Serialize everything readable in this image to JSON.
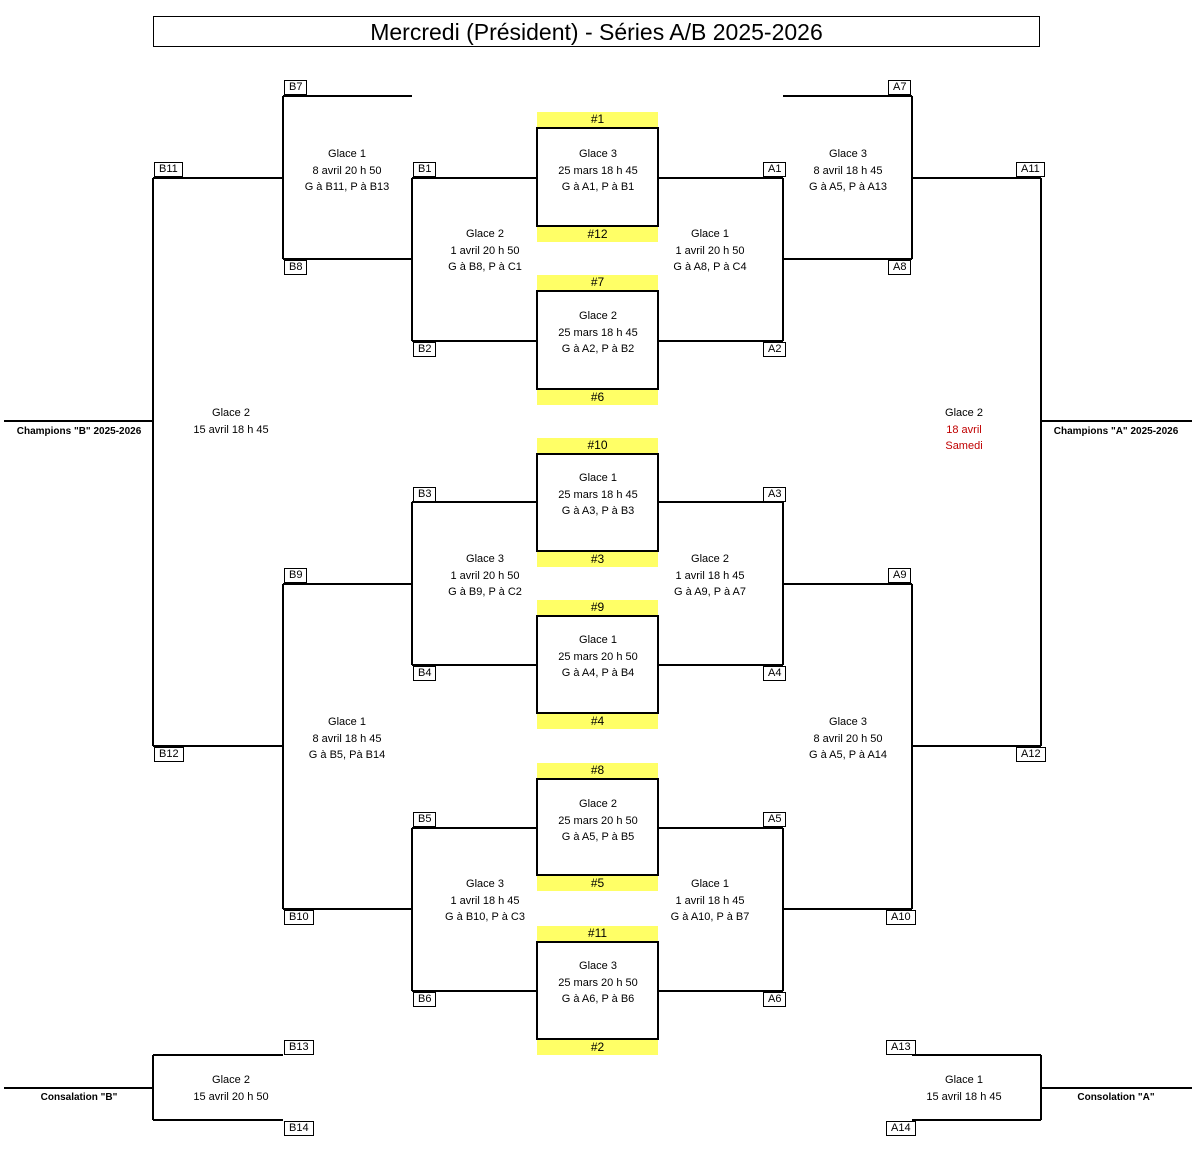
{
  "title": "Mercredi (Président) - Séries A/B  2025-2026",
  "tags": {
    "B7": "B7",
    "B8": "B8",
    "B11": "B11",
    "B12": "B12",
    "B1": "B1",
    "B2": "B2",
    "B3": "B3",
    "B4": "B4",
    "B5": "B5",
    "B6": "B6",
    "B9": "B9",
    "B10": "B10",
    "B13": "B13",
    "B14": "B14",
    "A7": "A7",
    "A8": "A8",
    "A11": "A11",
    "A12": "A12",
    "A1": "A1",
    "A2": "A2",
    "A3": "A3",
    "A4": "A4",
    "A5": "A5",
    "A6": "A6",
    "A9": "A9",
    "A10": "A10",
    "A13": "A13",
    "A14": "A14"
  },
  "bands": {
    "n1": "#1",
    "n12": "#12",
    "n7": "#7",
    "n6": "#6",
    "n10": "#10",
    "n3": "#3",
    "n9": "#9",
    "n4": "#4",
    "n8": "#8",
    "n5": "#5",
    "n11": "#11",
    "n2": "#2"
  },
  "center_games": {
    "g1": [
      "Glace 3",
      "25 mars 18 h 45",
      "G à A1, P à B1"
    ],
    "g2": [
      "Glace 2",
      "25 mars 18 h 45",
      "G à A2, P à B2"
    ],
    "g3": [
      "Glace 1",
      "25 mars 18 h 45",
      "G à A3, P à B3"
    ],
    "g4": [
      "Glace 1",
      "25 mars 20 h 50",
      "G à A4, P à B4"
    ],
    "g5": [
      "Glace 2",
      "25 mars 20 h 50",
      "G à A5, P à B5"
    ],
    "g6": [
      "Glace 3",
      "25 mars 20 h 50",
      "G à A6, P à B6"
    ]
  },
  "left_games": {
    "b_top": [
      "Glace 1",
      "8 avril 20 h 50",
      "G à B11, P à B13"
    ],
    "b_r2_top": [
      "Glace 2",
      "1 avril 20 h 50",
      "G à B8, P à C1"
    ],
    "b_final": [
      "Glace 2",
      "15 avril 18 h 45"
    ],
    "b_r2_mid": [
      "Glace 3",
      "1 avril 20 h 50",
      "G à B9, P à C2"
    ],
    "b_bottom": [
      "Glace 1",
      "8 avril 18 h 45",
      "G à B5, Pà B14"
    ],
    "b_r2_low": [
      "Glace 3",
      "1 avril 18 h 45",
      "G à B10, P à C3"
    ],
    "b_consol": [
      "Glace 2",
      "15 avril 20 h 50"
    ]
  },
  "right_games": {
    "a_top": [
      "Glace 3",
      "8 avril 18 h 45",
      "G à A5, P à A13"
    ],
    "a_r2_top": [
      "Glace 1",
      "1 avril 20 h 50",
      "G à A8, P à C4"
    ],
    "a_final_glace": "Glace 2",
    "a_final_date": "18 avril",
    "a_final_day": "Samedi",
    "a_r2_mid": [
      "Glace 2",
      "1 avril 18 h 45",
      "G à A9, P à A7"
    ],
    "a_bottom": [
      "Glace 3",
      "8 avril 20 h 50",
      "G à A5, P à A14"
    ],
    "a_r2_low": [
      "Glace 1",
      "1 avril 18 h 45",
      "G à A10, P à B7"
    ],
    "a_consol": [
      "Glace 1",
      "15 avril 18 h 45"
    ]
  },
  "labels": {
    "champions_b": "Champions \"B\" 2025-2026",
    "champions_a": "Champions \"A\" 2025-2026",
    "consolation_b": "Consalation \"B\"",
    "consolation_a": "Consolation \"A\""
  }
}
